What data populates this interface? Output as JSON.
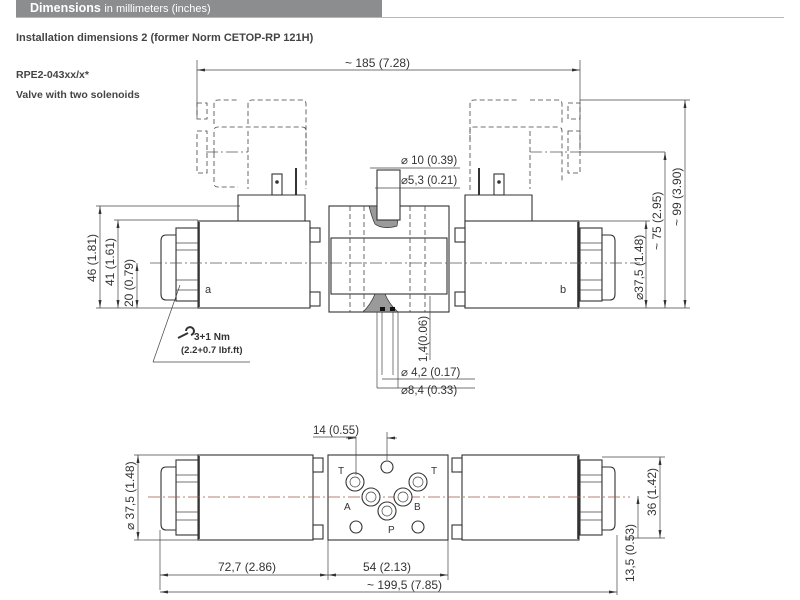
{
  "header": {
    "title": "Dimensions",
    "subtitle": "in millimeters (inches)",
    "bar_color": "#8c8d8f"
  },
  "section_title": "Installation dimensions 2 (former Norm CETOP-RP 121H)",
  "model": {
    "code": "RPE2-043xx/x*",
    "description": "Valve with two solenoids"
  },
  "side_view": {
    "overall_length": "~ 185 (7.28)",
    "bore_outer": "⌀ 10 (0.39)",
    "bore_inner": "⌀5,3 (0.21)",
    "height_46": "46 (1.81)",
    "height_41": "41 (1.61)",
    "height_20": "20 (0.79)",
    "coil_diameter": "⌀37,5 (1.48)",
    "height_75": "~ 75 (2.95)",
    "height_99": "~ 99 (3.90)",
    "recess_depth": "1,4(0.06)",
    "port_diameter": "⌀ 4,2 (0.17)",
    "oring_diameter": "⌀8,4 (0.33)",
    "torque": "3+1 Nm",
    "torque_imperial": "(2.2+0.7 lbf.ft)",
    "solenoid_a_label": "a",
    "solenoid_b_label": "b"
  },
  "top_view": {
    "port_offset": "14 (0.55)",
    "coil_diameter": "⌀ 37,5 (1.48)",
    "height_36": "36 (1.42)",
    "offset_13_5": "13,5 (0.53)",
    "length_72_7": "72,7 (2.86)",
    "length_54": "54 (2.13)",
    "overall_length": "~ 199,5 (7.85)",
    "ports": {
      "t_left": "T",
      "t_right": "T",
      "a": "A",
      "b": "B",
      "p": "P"
    }
  }
}
